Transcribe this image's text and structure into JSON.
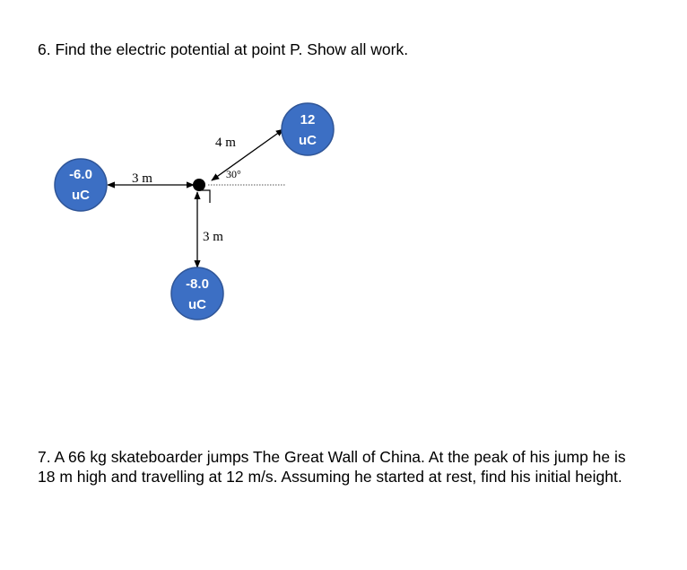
{
  "question6": {
    "text": "6. Find the electric potential at point P. Show all work."
  },
  "diagram": {
    "charges": {
      "left": {
        "value": "-6.0",
        "unit": "uC"
      },
      "top": {
        "value": "12",
        "unit": "uC"
      },
      "bottom": {
        "value": "-8.0",
        "unit": "uC"
      }
    },
    "distances": {
      "left": "3 m",
      "top": "4 m",
      "bottom": "3 m"
    },
    "angle": "30°",
    "colors": {
      "charge_fill": "#3c6fc4",
      "charge_outline": "#2f5597",
      "arrow": "#000000"
    }
  },
  "question7": {
    "text": "7. A 66 kg skateboarder jumps The Great Wall of China. At the peak of his jump he is 18 m high and travelling at 12 m/s. Assuming he started at rest, find his initial height."
  }
}
